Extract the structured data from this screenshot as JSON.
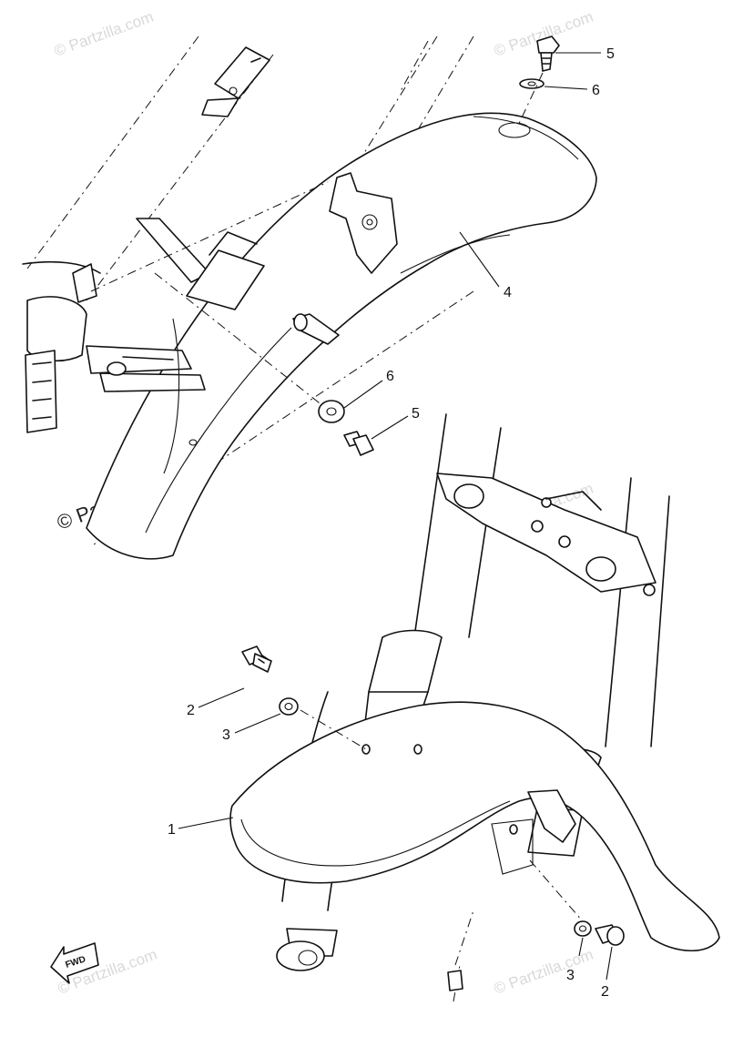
{
  "watermarks": {
    "top_left": "© Partzilla.com",
    "top_right": "© Partzilla.com",
    "center_left": "© Partzilla.com",
    "center_right": "© Partzilla.com",
    "bottom_left": "© Partzilla.com",
    "bottom_right": "© Partzilla.com"
  },
  "fwd_label": "FWD",
  "callouts": {
    "rear_bolt": "5",
    "rear_washer": "6",
    "rear_fender": "4",
    "rear_lower_washer": "6",
    "rear_lower_bolt": "5",
    "front_left_bolt": "2",
    "front_left_washer": "3",
    "front_fender": "1",
    "front_right_washer": "3",
    "front_right_bolt": "2"
  }
}
